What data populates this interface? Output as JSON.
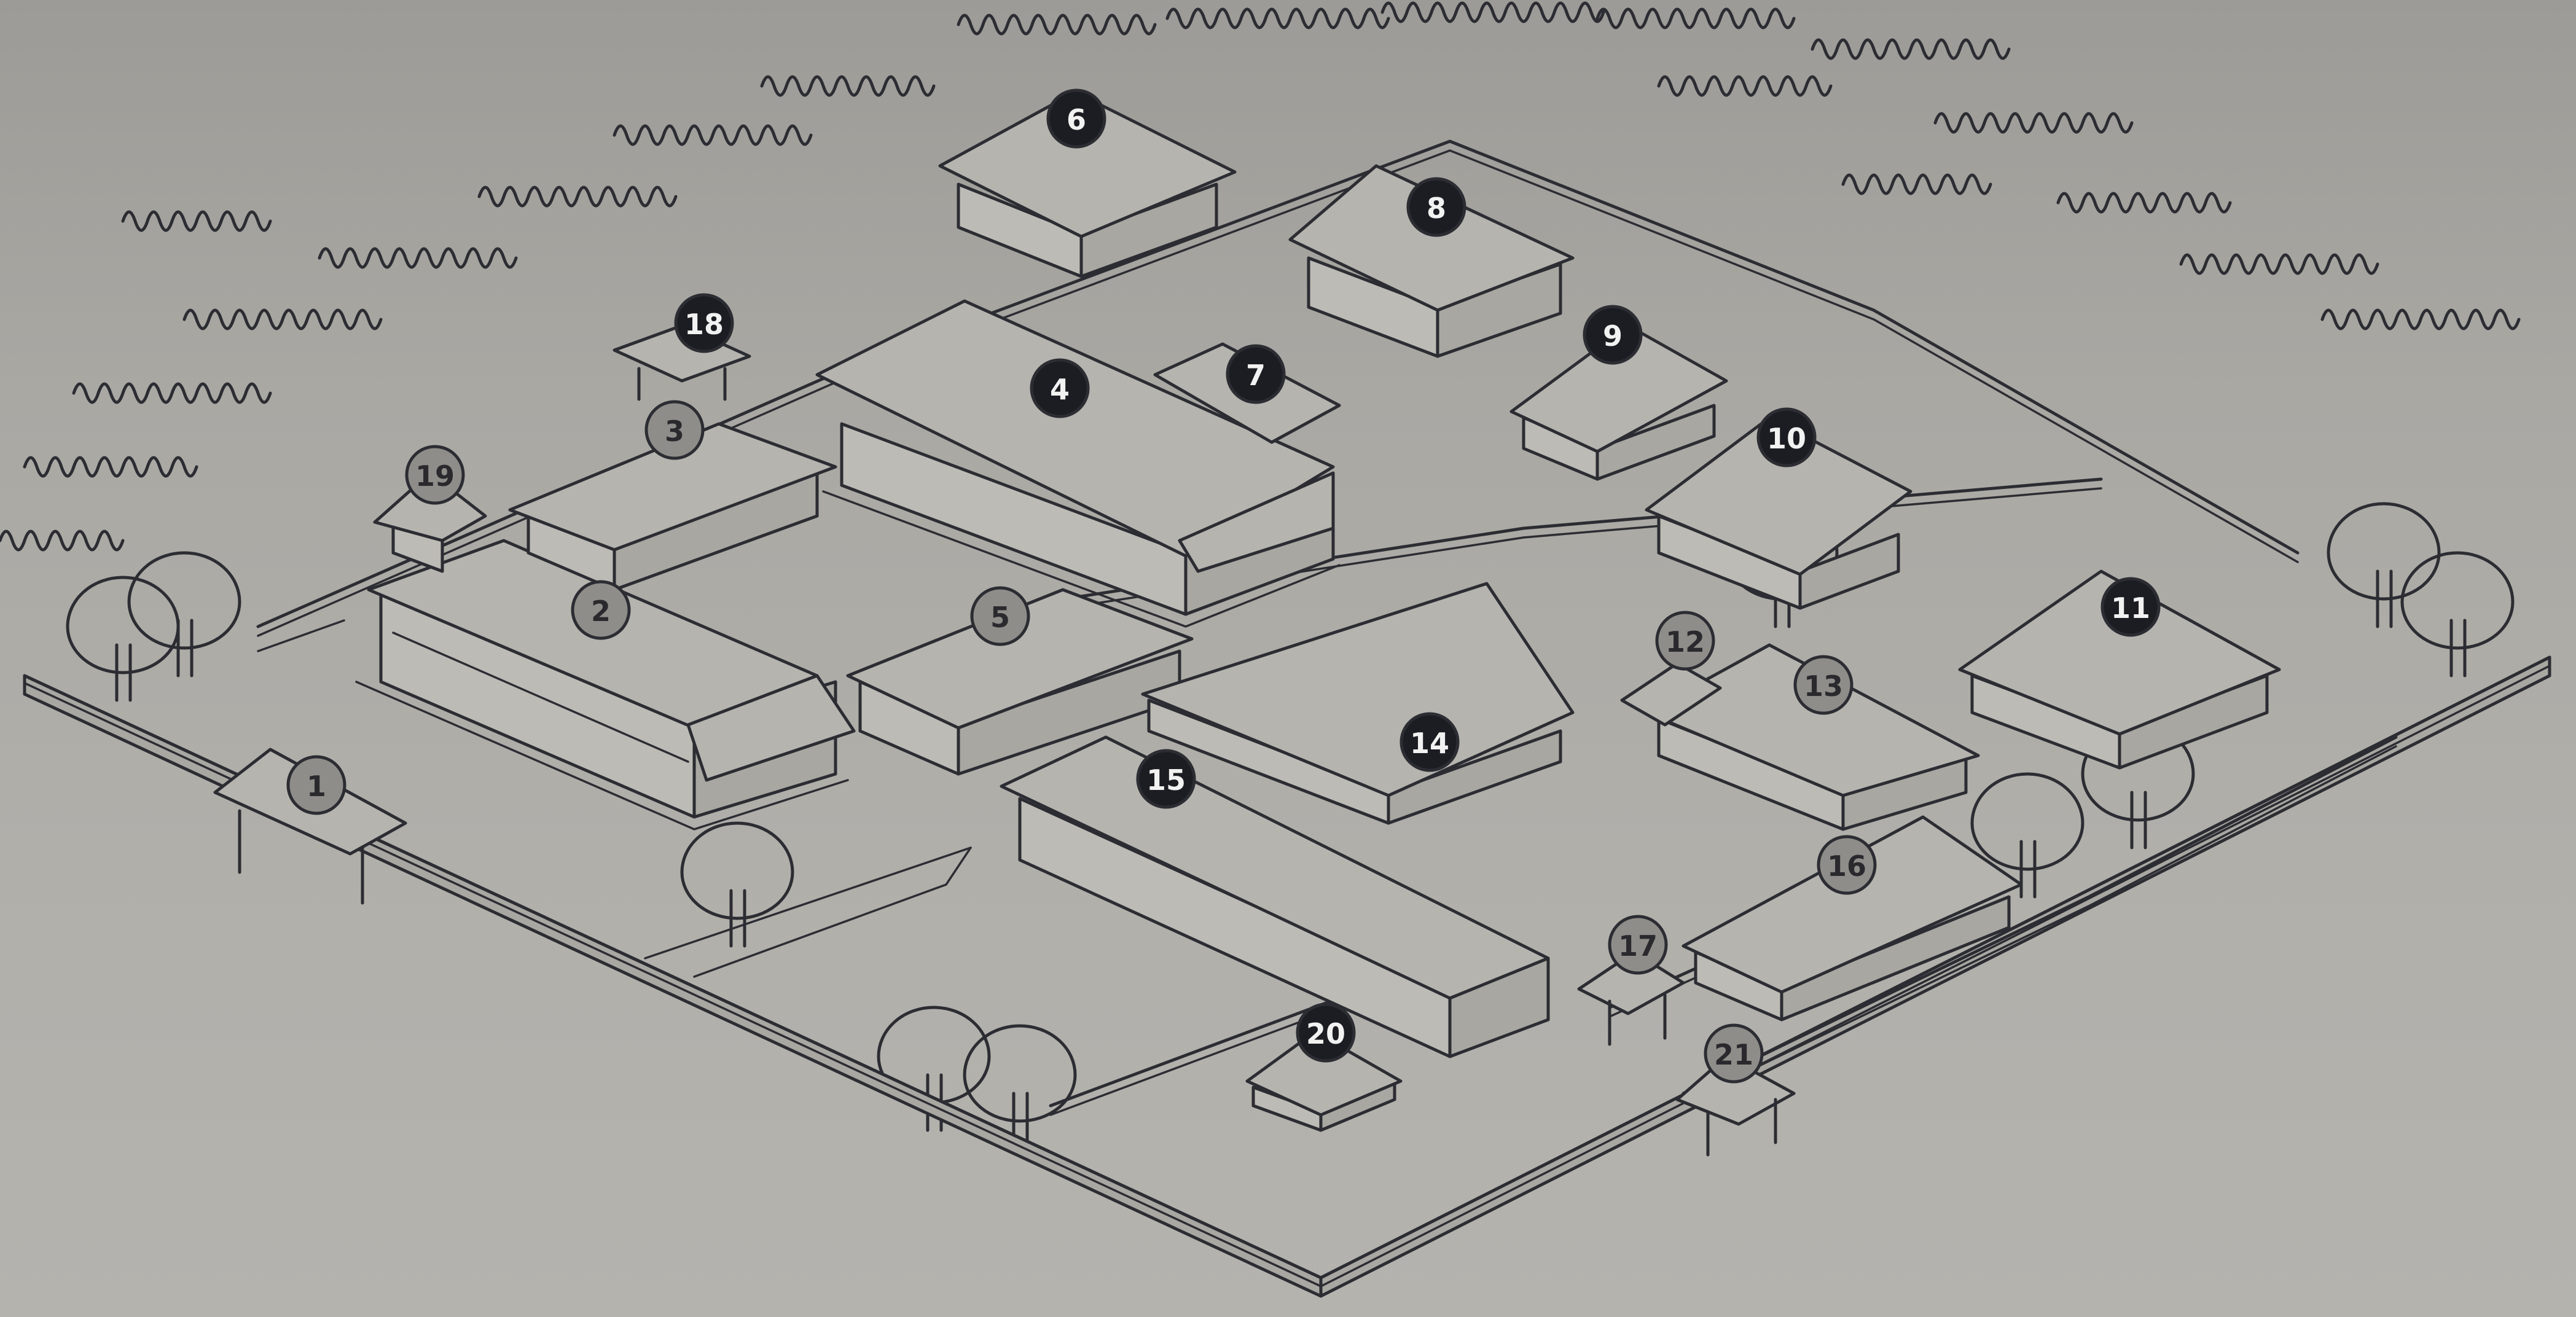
{
  "colors": {
    "plate": "#aaa8a3",
    "engraving": "#2c2d33",
    "marker_dark": "#1c1d22",
    "marker_grey": "#8f8d89",
    "marker_dark_text": "#f2f2f2",
    "marker_grey_text": "#2a2a2e"
  },
  "icons": [
    "building-icon",
    "gate-icon",
    "tree-icon",
    "wall-icon"
  ],
  "markers": [
    {
      "label": "1",
      "style": "grey"
    },
    {
      "label": "2",
      "style": "grey"
    },
    {
      "label": "3",
      "style": "grey"
    },
    {
      "label": "4",
      "style": "dark"
    },
    {
      "label": "5",
      "style": "grey"
    },
    {
      "label": "6",
      "style": "dark"
    },
    {
      "label": "7",
      "style": "dark"
    },
    {
      "label": "8",
      "style": "dark"
    },
    {
      "label": "9",
      "style": "dark"
    },
    {
      "label": "10",
      "style": "dark"
    },
    {
      "label": "11",
      "style": "dark"
    },
    {
      "label": "12",
      "style": "grey"
    },
    {
      "label": "13",
      "style": "grey"
    },
    {
      "label": "14",
      "style": "dark"
    },
    {
      "label": "15",
      "style": "dark"
    },
    {
      "label": "16",
      "style": "grey"
    },
    {
      "label": "17",
      "style": "grey"
    },
    {
      "label": "18",
      "style": "dark"
    },
    {
      "label": "19",
      "style": "grey"
    },
    {
      "label": "20",
      "style": "dark"
    },
    {
      "label": "21",
      "style": "grey"
    }
  ]
}
